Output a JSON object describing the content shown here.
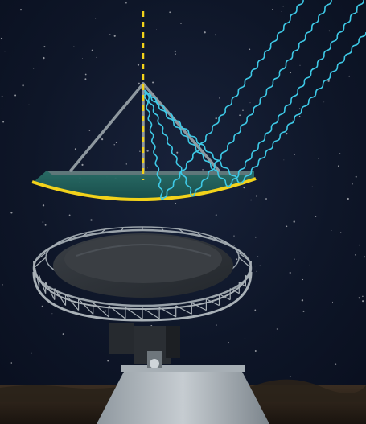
{
  "image": {
    "scene": "radio-telescope-illustration",
    "colors": {
      "sky": "#0d1527",
      "focus_line": "#f2d21b",
      "dish_rim": "#f2d21b",
      "waves": "#3ec9e6",
      "dish_fill": "#1f6b63",
      "structure": "#7b8791"
    },
    "icons": [
      "incoming-radio-waves",
      "focal-axis",
      "parabolic-reflector",
      "support-truss-ring",
      "pedestal"
    ]
  }
}
